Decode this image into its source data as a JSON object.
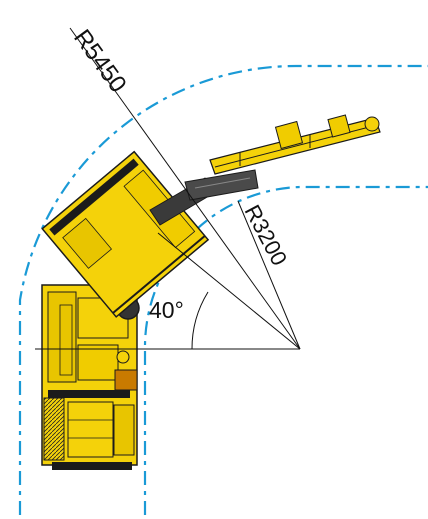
{
  "labels": {
    "outer_radius": "R5450",
    "inner_radius": "R3200",
    "angle": "40°"
  },
  "colors": {
    "clearance_line": "#1a9ad6",
    "machine_yellow": "#f4d20a",
    "machine_yellow_dark": "#c9a800",
    "machine_detail": "#1b1b1b",
    "dimension_line": "#111111"
  },
  "icons": {
    "machine": "drill-rig-top-view-icon"
  }
}
